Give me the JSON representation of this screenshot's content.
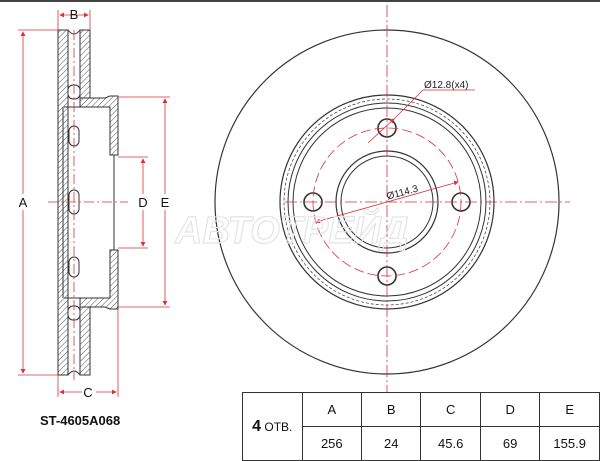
{
  "part_number": "ST-4605A068",
  "holes": {
    "count": "4",
    "unit": "ОТВ."
  },
  "table": {
    "headers": [
      "A",
      "B",
      "C",
      "D",
      "E"
    ],
    "values": [
      "256",
      "24",
      "45.6",
      "69",
      "155.9"
    ]
  },
  "side_view_labels": {
    "a": "A",
    "b": "B",
    "c": "C",
    "d": "D",
    "e": "E"
  },
  "front_view_labels": {
    "bolt_hole": "Ø12.8(x4)",
    "pcd": "Ø114.3"
  },
  "watermark": "АВТОТРЕЙД",
  "colors": {
    "dimension": "#d9303a",
    "line": "#333333"
  }
}
